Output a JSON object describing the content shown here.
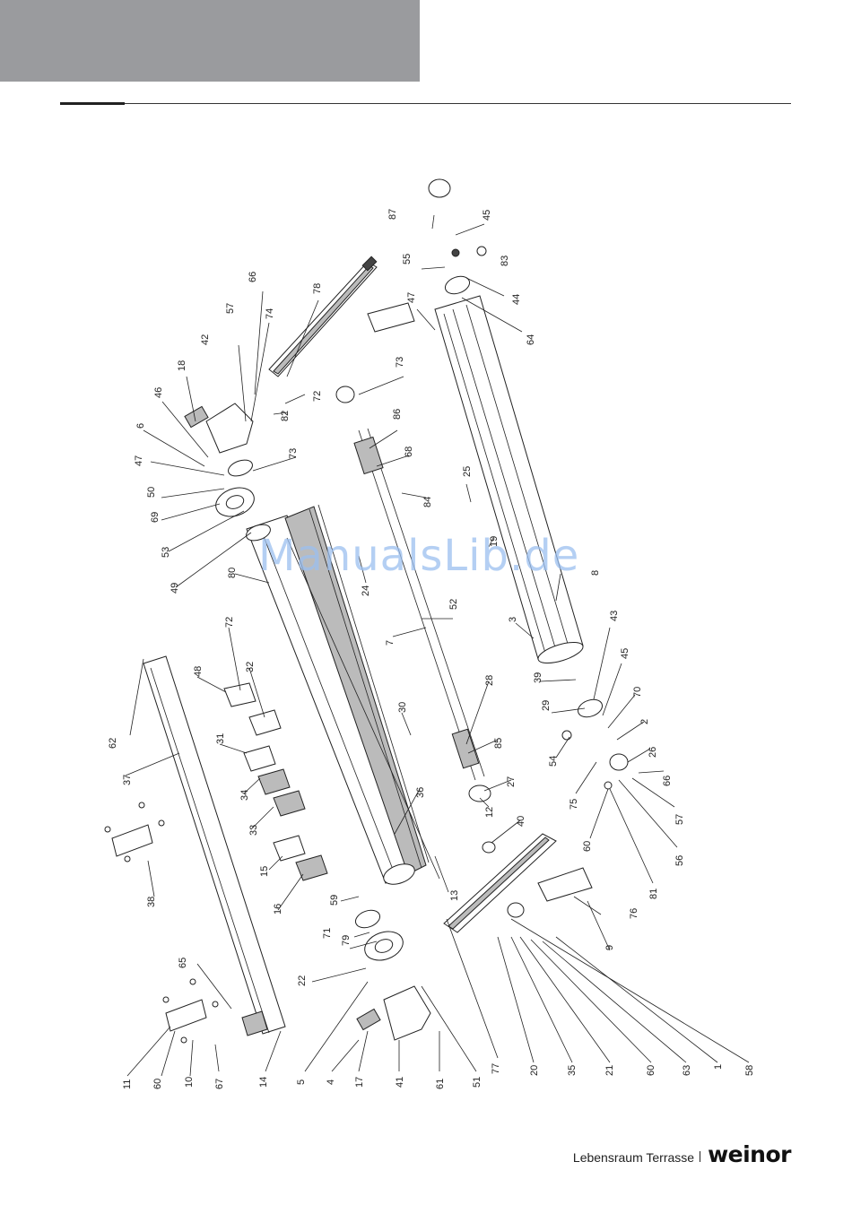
{
  "page": {
    "watermark": "ManualsLib.de",
    "footer_slogan": "Lebensraum Terrasse",
    "footer_brand": "weinor"
  },
  "labels": [
    {
      "id": "l87",
      "text": "87"
    },
    {
      "id": "l45a",
      "text": "45"
    },
    {
      "id": "l83",
      "text": "83"
    },
    {
      "id": "l55",
      "text": "55"
    },
    {
      "id": "l44",
      "text": "44"
    },
    {
      "id": "l64",
      "text": "64"
    },
    {
      "id": "l47a",
      "text": "47"
    },
    {
      "id": "l78",
      "text": "78"
    },
    {
      "id": "l66a",
      "text": "66"
    },
    {
      "id": "l57a",
      "text": "57"
    },
    {
      "id": "l74",
      "text": "74"
    },
    {
      "id": "l42",
      "text": "42"
    },
    {
      "id": "l18",
      "text": "18"
    },
    {
      "id": "l46",
      "text": "46"
    },
    {
      "id": "l6",
      "text": "6"
    },
    {
      "id": "l47b",
      "text": "47"
    },
    {
      "id": "l50",
      "text": "50"
    },
    {
      "id": "l69",
      "text": "69"
    },
    {
      "id": "l53",
      "text": "53"
    },
    {
      "id": "l49",
      "text": "49"
    },
    {
      "id": "l80",
      "text": "80"
    },
    {
      "id": "l73a",
      "text": "73"
    },
    {
      "id": "l72a",
      "text": "72"
    },
    {
      "id": "l82",
      "text": "82"
    },
    {
      "id": "l73b",
      "text": "73"
    },
    {
      "id": "l86",
      "text": "86"
    },
    {
      "id": "l68",
      "text": "68"
    },
    {
      "id": "l84",
      "text": "84"
    },
    {
      "id": "l25",
      "text": "25"
    },
    {
      "id": "l19",
      "text": "19"
    },
    {
      "id": "l8",
      "text": "8"
    },
    {
      "id": "l24",
      "text": "24"
    },
    {
      "id": "l52",
      "text": "52"
    },
    {
      "id": "l7",
      "text": "7"
    },
    {
      "id": "l3",
      "text": "3"
    },
    {
      "id": "l43",
      "text": "43"
    },
    {
      "id": "l39",
      "text": "39"
    },
    {
      "id": "l45b",
      "text": "45"
    },
    {
      "id": "l70",
      "text": "70"
    },
    {
      "id": "l29",
      "text": "29"
    },
    {
      "id": "l2",
      "text": "2"
    },
    {
      "id": "l26",
      "text": "26"
    },
    {
      "id": "l54",
      "text": "54"
    },
    {
      "id": "l66b",
      "text": "66"
    },
    {
      "id": "l75",
      "text": "75"
    },
    {
      "id": "l57b",
      "text": "57"
    },
    {
      "id": "l60a",
      "text": "60"
    },
    {
      "id": "l56",
      "text": "56"
    },
    {
      "id": "l81",
      "text": "81"
    },
    {
      "id": "l72b",
      "text": "72"
    },
    {
      "id": "l48",
      "text": "48"
    },
    {
      "id": "l32",
      "text": "32"
    },
    {
      "id": "l62",
      "text": "62"
    },
    {
      "id": "l37",
      "text": "37"
    },
    {
      "id": "l31",
      "text": "31"
    },
    {
      "id": "l34",
      "text": "34"
    },
    {
      "id": "l33",
      "text": "33"
    },
    {
      "id": "l30",
      "text": "30"
    },
    {
      "id": "l28",
      "text": "28"
    },
    {
      "id": "l85",
      "text": "85"
    },
    {
      "id": "l27",
      "text": "27"
    },
    {
      "id": "l12",
      "text": "12"
    },
    {
      "id": "l40",
      "text": "40"
    },
    {
      "id": "l36",
      "text": "36"
    },
    {
      "id": "l38",
      "text": "38"
    },
    {
      "id": "l15",
      "text": "15"
    },
    {
      "id": "l16",
      "text": "16"
    },
    {
      "id": "l13",
      "text": "13"
    },
    {
      "id": "l59",
      "text": "59"
    },
    {
      "id": "l76",
      "text": "76"
    },
    {
      "id": "l9",
      "text": "9"
    },
    {
      "id": "l71",
      "text": "71"
    },
    {
      "id": "l79",
      "text": "79"
    },
    {
      "id": "l22",
      "text": "22"
    },
    {
      "id": "l65",
      "text": "65"
    },
    {
      "id": "l11",
      "text": "11"
    },
    {
      "id": "l60b",
      "text": "60"
    },
    {
      "id": "l10",
      "text": "10"
    },
    {
      "id": "l67",
      "text": "67"
    },
    {
      "id": "l14",
      "text": "14"
    },
    {
      "id": "l5",
      "text": "5"
    },
    {
      "id": "l4",
      "text": "4"
    },
    {
      "id": "l17",
      "text": "17"
    },
    {
      "id": "l41",
      "text": "41"
    },
    {
      "id": "l61",
      "text": "61"
    },
    {
      "id": "l51",
      "text": "51"
    },
    {
      "id": "l77",
      "text": "77"
    },
    {
      "id": "l20",
      "text": "20"
    },
    {
      "id": "l35",
      "text": "35"
    },
    {
      "id": "l21",
      "text": "21"
    },
    {
      "id": "l60c",
      "text": "60"
    },
    {
      "id": "l63",
      "text": "63"
    },
    {
      "id": "l1",
      "text": "1"
    },
    {
      "id": "l58",
      "text": "58"
    }
  ]
}
